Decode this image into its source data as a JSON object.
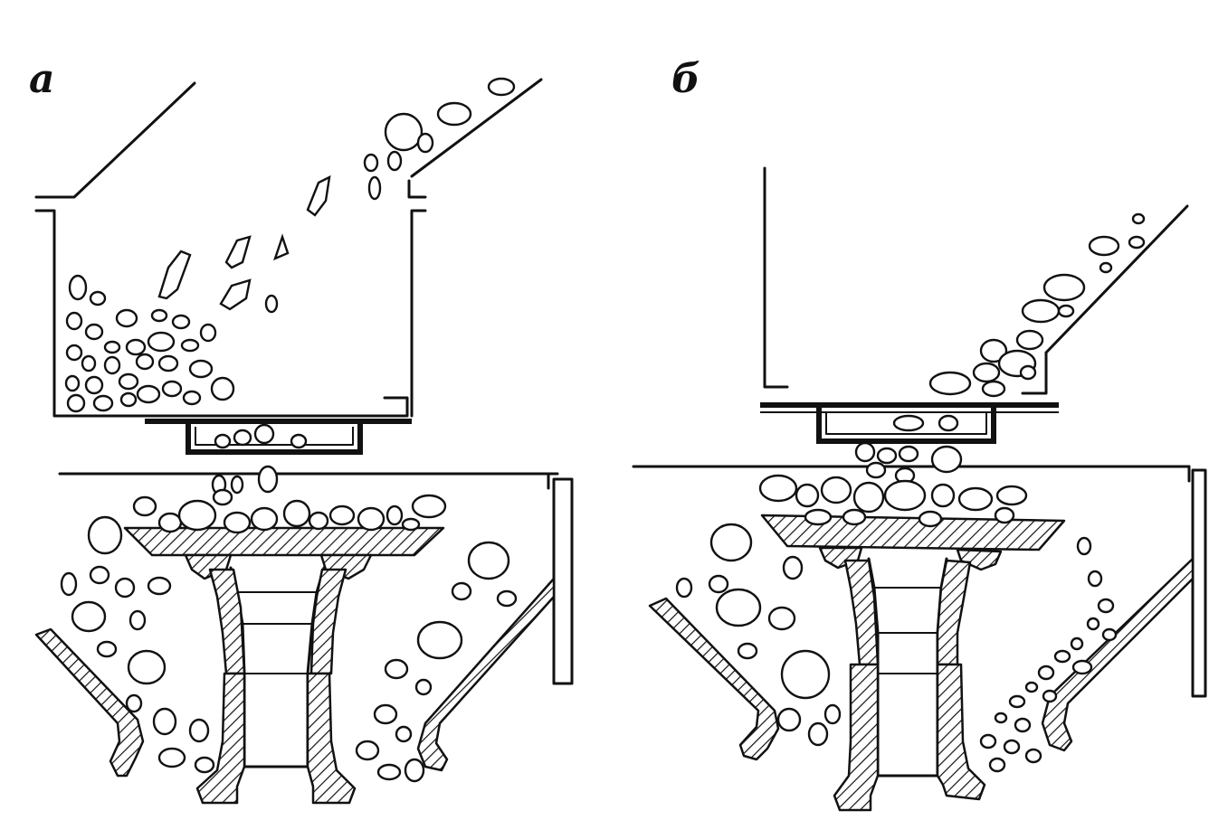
{
  "panels": [
    {
      "id": "a",
      "label": "а"
    },
    {
      "id": "b",
      "label": "б"
    }
  ],
  "colors": {
    "ink": "#111111",
    "paper": "#ffffff"
  }
}
